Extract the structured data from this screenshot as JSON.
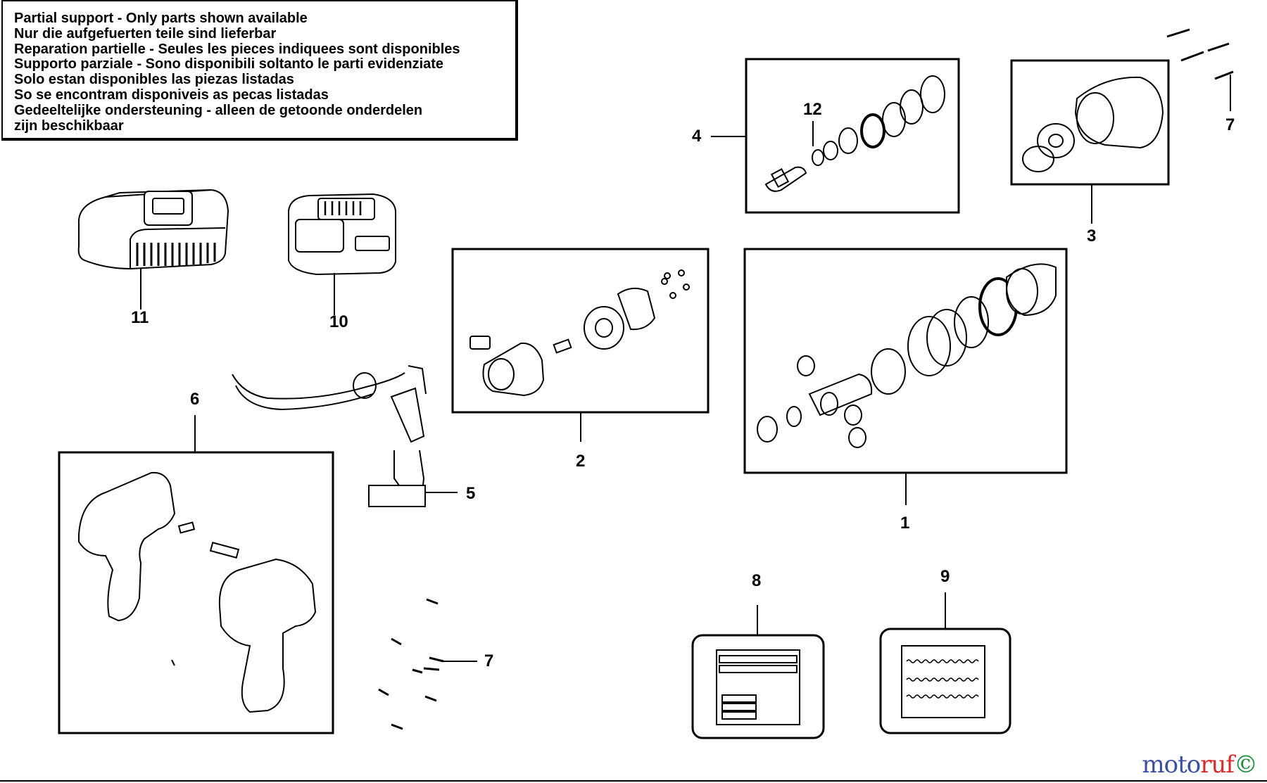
{
  "notice": {
    "lines": [
      "Partial support - Only parts shown available",
      "Nur die aufgefuerten teile sind lieferbar",
      "Reparation partielle - Seules les pieces indiquees sont disponibles",
      "Supporto parziale - Sono disponibili soltanto le parti evidenziate",
      "Solo estan disponibles las piezas listadas",
      "So se encontram disponiveis as pecas listadas",
      "Gedeeltelijke ondersteuning - alleen de getoonde onderdelen",
      "zijn beschikbaar"
    ]
  },
  "callouts": {
    "c1": "1",
    "c2": "2",
    "c3": "3",
    "c4": "4",
    "c5": "5",
    "c6": "6",
    "c7_top": "7",
    "c7_bottom": "7",
    "c8": "8",
    "c9": "9",
    "c10": "10",
    "c11": "11",
    "c12": "12"
  },
  "watermark": {
    "part1": "moto",
    "part2": "ruf",
    "part3": "©"
  }
}
